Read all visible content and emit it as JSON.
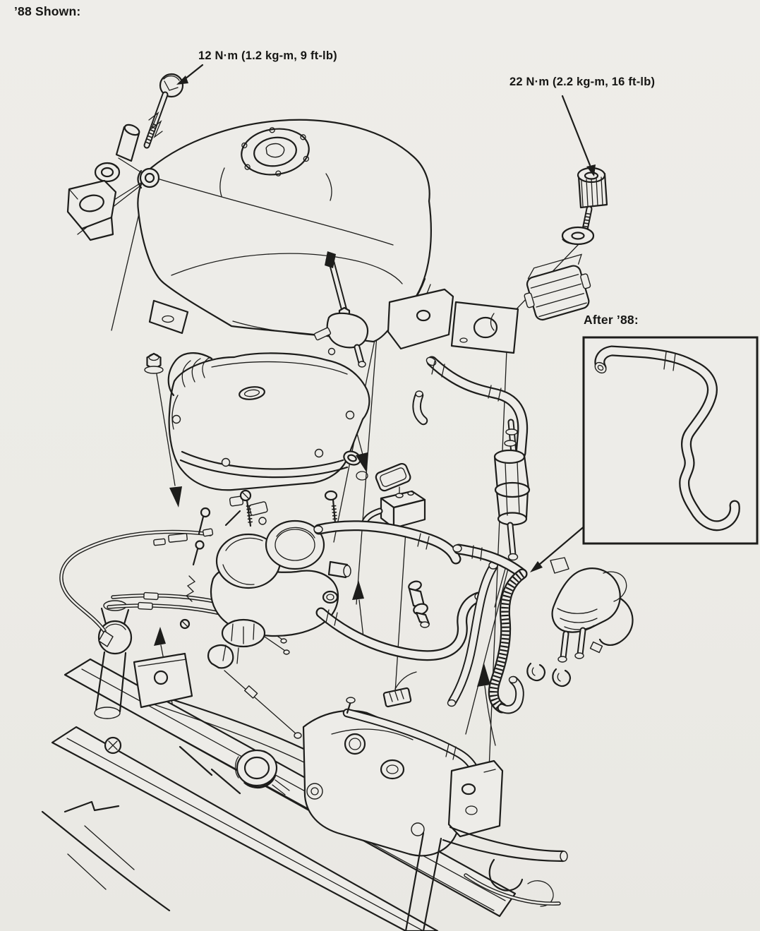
{
  "page": {
    "background_color": "#ecebe6",
    "ink_color": "#1d1d1b",
    "caption": "’88 Shown:",
    "labels": {
      "torque_front": "12 N·m (1.2 kg-m, 9 ft-lb)",
      "torque_rear": "22 N·m (2.2 kg-m, 16 ft-lb)"
    },
    "inset": {
      "caption": "After ’88:"
    },
    "figure_parts": [
      "fuel-tank",
      "fuel-filler-cap",
      "fuel-valve-petcock",
      "front-mount-flange-bolt",
      "mount-collar",
      "mount-grommet",
      "front-bracket",
      "rear-socket-bolt",
      "rear-mount-washer",
      "rear-rubber-mount",
      "tank-rear-bracket",
      "air-cleaner-cover",
      "breather-separator",
      "carburetor",
      "throttle-cables",
      "fuel-filter",
      "fuel-pump",
      "fuel-hoses",
      "spiral-wound-fuel-hose",
      "frame",
      "cylinder-head-cover",
      "intake-boot",
      "replacement-fuel-hose-after-88"
    ]
  }
}
